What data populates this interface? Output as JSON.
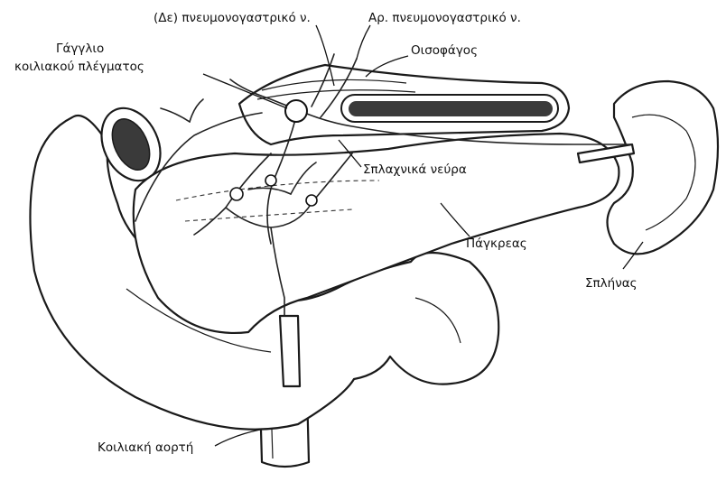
{
  "labels": {
    "left_vagus": "(Δε)  πνευμονογαστρικό ν.",
    "right_vagus": "Αρ. πνευμονογαστρικό ν.",
    "celiac_ganglion_line1": "Γάγγλιο",
    "celiac_ganglion_line2": "κοιλιακού πλέγματος",
    "esophagus": "Οισοφάγος",
    "splanchnic_nerves": "Σπλαχνικά νεύρα",
    "pancreas": "Πάγκρεας",
    "spleen": "Σπλήνας",
    "aorta": "Κοιλιακή αορτή"
  },
  "colors": {
    "line": "#1a1a1a",
    "lumen": "#3a3a3a",
    "background": "#ffffff"
  }
}
